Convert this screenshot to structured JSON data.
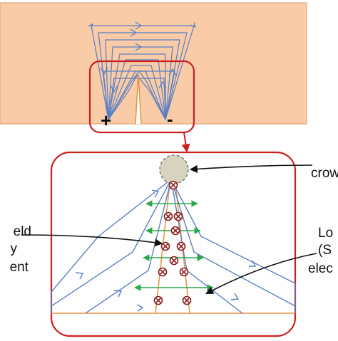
{
  "top_panel": {
    "plus_sign": "+",
    "minus_sign": "-"
  },
  "labels": {
    "crowd": "crow",
    "left": [
      "eld",
      "y",
      "ent"
    ],
    "right": [
      "Lo",
      "(S",
      "elec"
    ]
  },
  "colors": {
    "substrate_fill": "#F9CBA6",
    "substrate_edge": "#E8A77B",
    "highlight_box": "#CC1F1F",
    "current_line": "#5B7FC4",
    "field_arrow": "#2BA84A",
    "electrode_line": "#E89140",
    "crowd_zone": "#D8D3BE"
  },
  "icons": {
    "current_marker": "x-in-circle",
    "flow_arrow": "arrowhead"
  }
}
